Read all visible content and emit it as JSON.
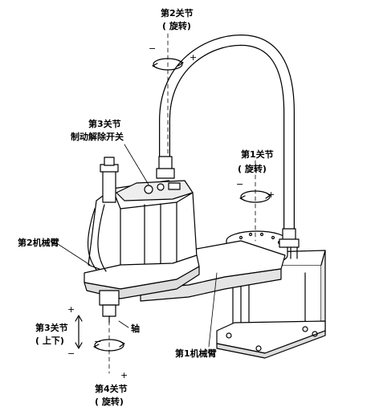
{
  "labels": {
    "joint2": {
      "name": "第2关节",
      "mode": "( 旋转)"
    },
    "joint3_brake": {
      "name": "第3关节",
      "mode": "制动解除开关"
    },
    "joint1": {
      "name": "第1关节",
      "mode": "( 旋转)"
    },
    "arm2": "第2机械臂",
    "arm1": "第1机械臂",
    "joint3_axis": {
      "name": "第3关节",
      "mode": "( 上下)"
    },
    "shaft": "轴",
    "joint4": {
      "name": "第4关节",
      "mode": "( 旋转)"
    }
  },
  "signs": {
    "plus": "+",
    "minus": "−"
  },
  "colors": {
    "line": "#000000",
    "background": "#ffffff",
    "shade": "#d8d8d8"
  }
}
